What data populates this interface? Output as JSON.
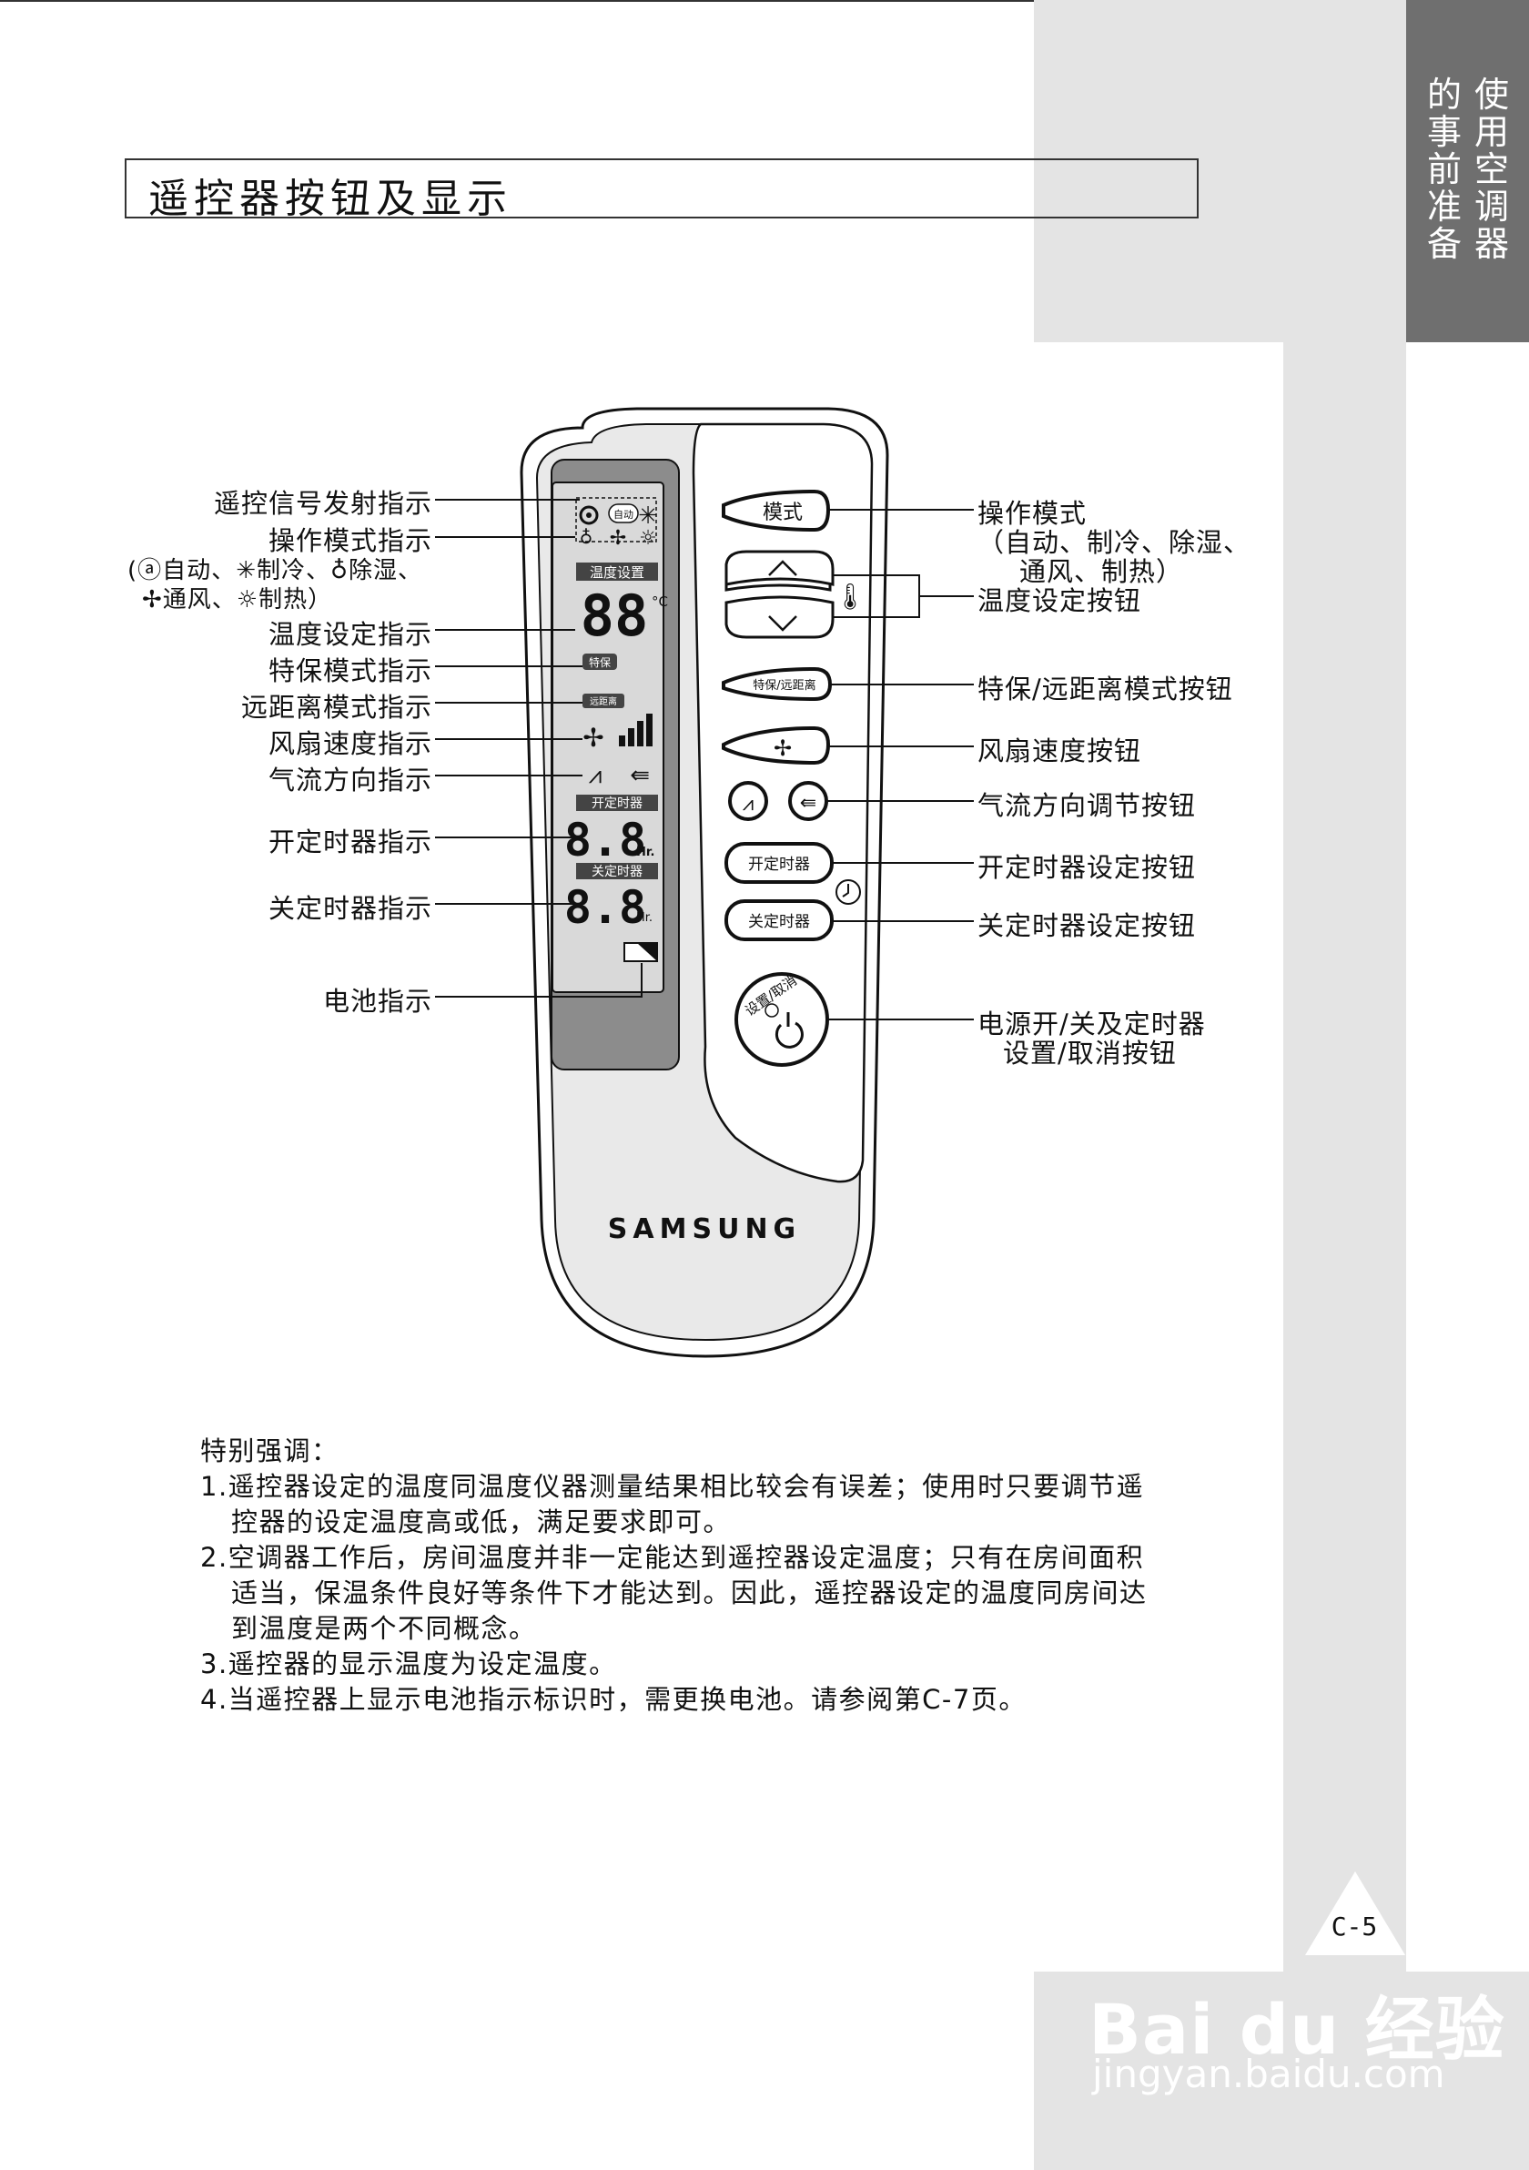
{
  "header": {
    "page_title": "遥控器按钮及显示",
    "tab_lines": [
      "使用空调器",
      "的事前准备"
    ]
  },
  "remote": {
    "brand": "SAMSUNG",
    "buttons": {
      "mode": "模式",
      "special": "特保/远距离",
      "on_timer": "开定时器",
      "off_timer": "关定时器",
      "power_top": "设置/取消"
    },
    "lcd": {
      "temp_header": "温度设置",
      "temp_digits": "88",
      "temp_unit": "°C",
      "auto_badge": "自动",
      "special_badge": "特保",
      "long_range_badge": "远距离",
      "on_timer_header": "开定时器",
      "on_timer_digits": "8.8",
      "on_timer_unit": "Hr.",
      "off_timer_header": "关定时器",
      "off_timer_digits": "8.8",
      "off_timer_unit": "Hr."
    }
  },
  "left_labels": {
    "signal": "遥控信号发射指示",
    "mode": "操作模式指示",
    "mode_detail_1": "自动、",
    "mode_detail_1b": "制冷、",
    "mode_detail_1c": "除湿、",
    "mode_detail_2": "通风、",
    "mode_detail_2b": "制热）",
    "temp": "温度设定指示",
    "special": "特保模式指示",
    "long_range": "远距离模式指示",
    "fan": "风扇速度指示",
    "airflow": "气流方向指示",
    "on_timer": "开定时器指示",
    "off_timer": "关定时器指示",
    "battery": "电池指示"
  },
  "right_labels": {
    "mode": "操作模式",
    "mode_detail_1": "（自动、制冷、除湿、",
    "mode_detail_2": "通风、制热）",
    "temp": "温度设定按钮",
    "special": "特保/远距离模式按钮",
    "fan": "风扇速度按钮",
    "airflow": "气流方向调节按钮",
    "on_timer": "开定时器设定按钮",
    "off_timer": "关定时器设定按钮",
    "power_1": "电源开/关及定时器",
    "power_2": "设置/取消按钮"
  },
  "notes": {
    "heading": "特别强调：",
    "n1a": "1.遥控器设定的温度同温度仪器测量结果相比较会有误差；使用时只要调节遥",
    "n1b": "控器的设定温度高或低，满足要求即可。",
    "n2a": "2.空调器工作后，房间温度并非一定能达到遥控器设定温度；只有在房间面积",
    "n2b": "适当，保温条件良好等条件下才能达到。因此，遥控器设定的温度同房间达",
    "n2c": "到温度是两个不同概念。",
    "n3": "3.遥控器的显示温度为设定温度。",
    "n4": "4.当遥控器上显示电池指示标识时，需更换电池。请参阅第C-7页。"
  },
  "footer": {
    "page_number": "C-5",
    "watermark_1": "Bai du 经验",
    "watermark_2": "jingyan.baidu.com"
  }
}
